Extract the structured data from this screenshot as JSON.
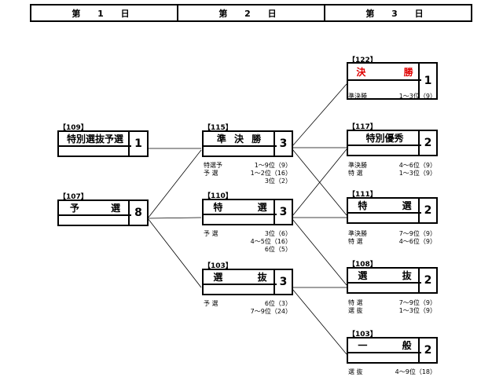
{
  "header": {
    "days": [
      "第 1 日",
      "第 2 日",
      "第 3 日"
    ]
  },
  "races": {
    "r109": {
      "code": "【109】",
      "name": "特別選抜予選",
      "count": "1"
    },
    "r107": {
      "code": "【107】",
      "name": "予 選",
      "count": "8"
    },
    "r115": {
      "code": "【115】",
      "name": "準 決 勝",
      "count": "3",
      "notes": [
        {
          "label": "特選予",
          "value": "1～9位（9）"
        },
        {
          "label": "予 選",
          "value": "1～2位（16）"
        },
        {
          "label": "",
          "value": "3位（2）"
        }
      ]
    },
    "r110": {
      "code": "【110】",
      "name": "特 選",
      "count": "3",
      "notes": [
        {
          "label": "予 選",
          "value": "3位（6）"
        },
        {
          "label": "",
          "value": "4～5位（16）"
        },
        {
          "label": "",
          "value": "6位（5）"
        }
      ]
    },
    "r103a": {
      "code": "【103】",
      "name": "選 抜",
      "count": "3",
      "notes": [
        {
          "label": "予 選",
          "value": "6位（3）"
        },
        {
          "label": "",
          "value": "7～9位（24）"
        }
      ]
    },
    "r122": {
      "code": "【122】",
      "name": "決 勝",
      "count": "1",
      "name_color": "#e00000",
      "notes": [
        {
          "label": "準決勝",
          "value": "1～3位（9）"
        }
      ]
    },
    "r117": {
      "code": "【117】",
      "name": "特別優秀",
      "count": "2",
      "notes": [
        {
          "label": "準決勝",
          "value": "4～6位（9）"
        },
        {
          "label": "特 選",
          "value": "1～3位（9）"
        }
      ]
    },
    "r111": {
      "code": "【111】",
      "name": "特 選",
      "count": "2",
      "notes": [
        {
          "label": "準決勝",
          "value": "7～9位（9）"
        },
        {
          "label": "特 選",
          "value": "4～6位（9）"
        }
      ]
    },
    "r108": {
      "code": "【108】",
      "name": "選 抜",
      "count": "2",
      "notes": [
        {
          "label": "特 選",
          "value": "7～9位（9）"
        },
        {
          "label": "選 抜",
          "value": "1～3位（9）"
        }
      ]
    },
    "r103b": {
      "code": "【103】",
      "name": "一 般",
      "count": "2",
      "notes": [
        {
          "label": "選 抜",
          "value": "4～9位（18）"
        }
      ]
    }
  }
}
